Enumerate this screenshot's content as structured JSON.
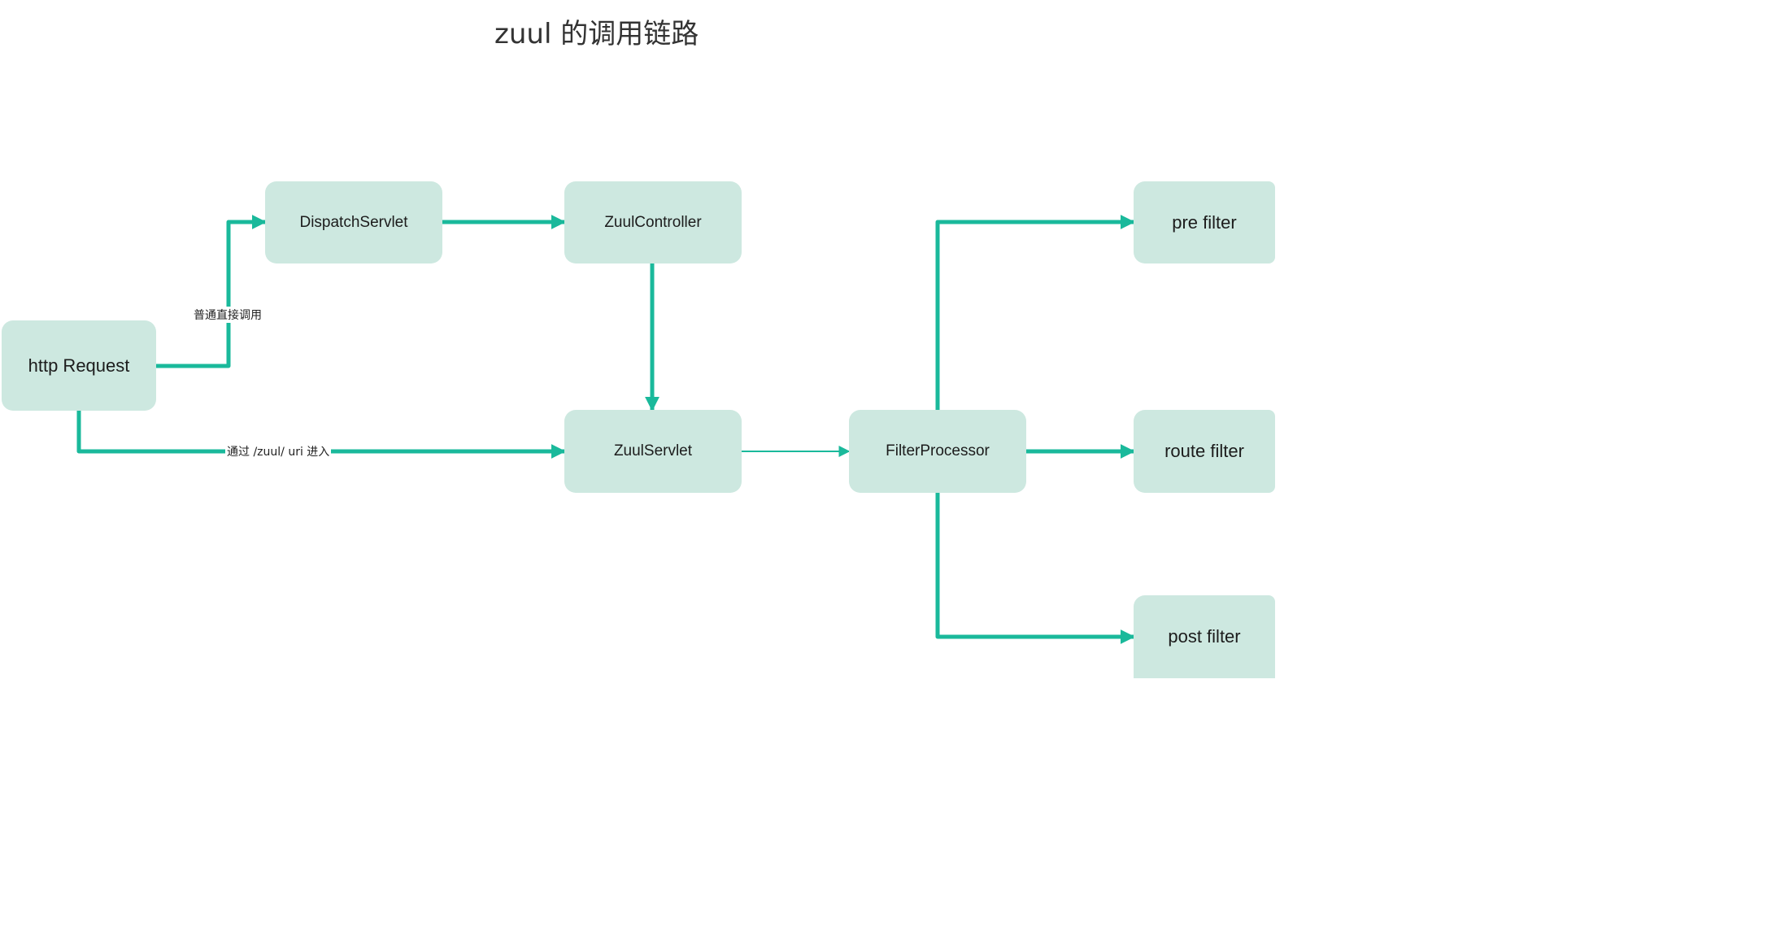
{
  "title": "zuul 的调用链路",
  "colors": {
    "node_fill": "#cde8e0",
    "edge": "#1ab99b",
    "text": "#1c1c1c"
  },
  "nodes": {
    "http_request": "http Request",
    "dispatch_servlet": "DispatchServlet",
    "zuul_controller": "ZuulController",
    "zuul_servlet": "ZuulServlet",
    "filter_processor": "FilterProcessor",
    "pre_filter": "pre filter",
    "route_filter": "route filter",
    "post_filter": "post filter"
  },
  "edge_labels": {
    "direct_call": "普通直接调用",
    "via_zuul_uri": "通过  /zuul/ uri 进入"
  }
}
